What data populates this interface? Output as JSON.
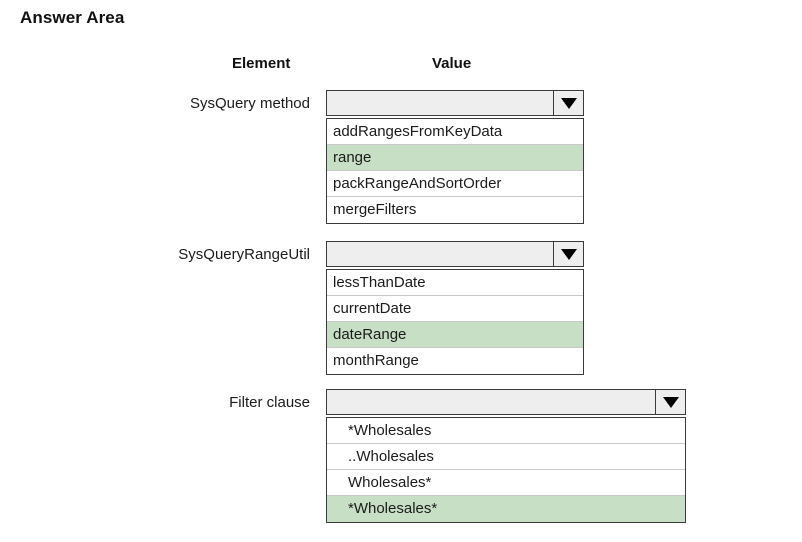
{
  "page": {
    "title": "Answer Area"
  },
  "headers": {
    "element": "Element",
    "value": "Value"
  },
  "colors": {
    "selected_row": "#c7dfc5",
    "field_background": "#eeeeee",
    "border": "#3a3a3a"
  },
  "rows": [
    {
      "label": "SysQuery method",
      "field_value": "",
      "arrow_icon": "chevron-down-icon",
      "options": [
        {
          "label": "addRangesFromKeyData",
          "selected": false
        },
        {
          "label": "range",
          "selected": true
        },
        {
          "label": "packRangeAndSortOrder",
          "selected": false
        },
        {
          "label": "mergeFilters",
          "selected": false
        }
      ]
    },
    {
      "label": "SysQueryRangeUtil",
      "field_value": "",
      "arrow_icon": "chevron-down-icon",
      "options": [
        {
          "label": "lessThanDate",
          "selected": false
        },
        {
          "label": "currentDate",
          "selected": false
        },
        {
          "label": "dateRange",
          "selected": true
        },
        {
          "label": "monthRange",
          "selected": false
        }
      ]
    },
    {
      "label": "Filter clause",
      "field_value": "",
      "arrow_icon": "chevron-down-icon",
      "options": [
        {
          "label": "*Wholesales",
          "selected": false
        },
        {
          "label": "..Wholesales",
          "selected": false
        },
        {
          "label": "Wholesales*",
          "selected": false
        },
        {
          "label": "*Wholesales*",
          "selected": true
        }
      ]
    }
  ]
}
